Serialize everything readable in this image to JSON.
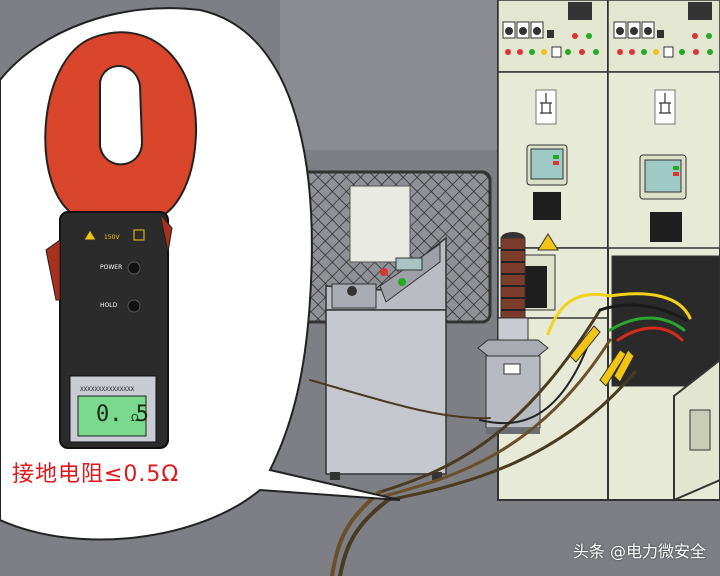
{
  "meter": {
    "voltage_label": "150V",
    "power_label": "POWER",
    "hold_label": "HOLD",
    "lcd_header": "XXXXXXXXXXXXXXX",
    "reading": "0. 5",
    "unit": "Ω"
  },
  "caption": "接地电阻≤0.5Ω",
  "watermark": "头条 @电力微安全",
  "colors": {
    "clamp_red": "#d8452a",
    "caption_red": "#e0181b",
    "cabinet": "#e7ead6",
    "floor": "#7d7f85",
    "warning_yellow": "#f2c514"
  },
  "icons": [
    "warning-icon",
    "clamp-meter-icon",
    "ground-switch-icon"
  ]
}
